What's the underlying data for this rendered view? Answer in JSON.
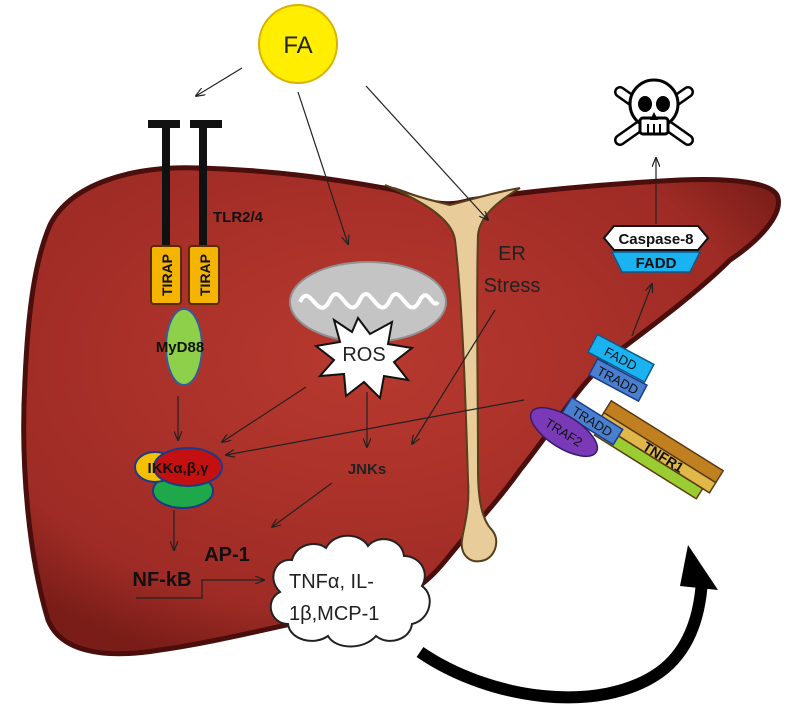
{
  "inputs": {
    "fa": "FA"
  },
  "receptor": {
    "name": "TLR2/4",
    "adaptor_left": "TIRAP",
    "adaptor_right": "TIRAP",
    "myd88": "MyD88"
  },
  "complexes": {
    "ikk": "IKKα,β,γ"
  },
  "mediators": {
    "ros": "ROS",
    "er_line1": "ER",
    "er_line2": "Stress",
    "jnks": "JNKs"
  },
  "transcription": {
    "nfkb": "NF-kB",
    "ap1": "AP-1"
  },
  "cytokines": {
    "line1": "TNFα, IL-",
    "line2": "1β,MCP-1"
  },
  "death_receptor": {
    "caspase8": "Caspase-8",
    "fadd_top": "FADD",
    "fadd_mid": "FADD",
    "tradd_upper": "TRADD",
    "tradd_lower": "TRADD",
    "traf2": "TRAF2",
    "tnfr1": "TNFR1"
  },
  "colors": {
    "liver": "#a8302a",
    "liver_dark": "#5a1210",
    "fa_yellow": "#ffee00",
    "tirap": "#f5b400",
    "myd88": "#8fd04a",
    "mito": "#bfbfbf",
    "fadd": "#1ab2f0",
    "tradd": "#4a7fd0",
    "traf2": "#7a3ab8",
    "tnfr1": "#c08020",
    "bile": "#e8cc99"
  },
  "icons": {
    "death": "skull-crossbones-icon",
    "feedback": "curved-arrow-icon"
  }
}
